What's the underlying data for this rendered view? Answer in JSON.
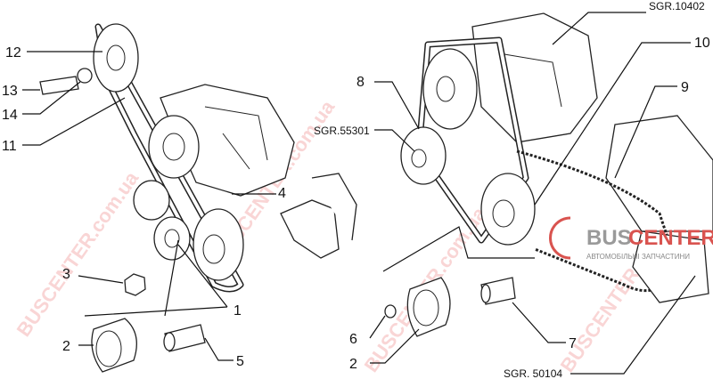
{
  "labels": {
    "l12": "12",
    "l13": "13",
    "l14": "14",
    "l11": "11",
    "l4": "4",
    "l3": "3",
    "l2a": "2",
    "l5": "5",
    "l1": "1",
    "l8": "8",
    "sgr55301": "SGR.55301",
    "sgr10402": "SGR.10402",
    "l10": "10",
    "l9": "9",
    "l6": "6",
    "l2b": "2",
    "l7": "7",
    "sgr50104": "SGR. 50104"
  },
  "logo": {
    "bus": "BUS",
    "center": "CENTER",
    "subtitle": "АВТОМОБІЛЬНІ ЗАПЧАСТИНИ"
  },
  "watermark": "BUSCENTER.com.ua",
  "colors": {
    "accent": "#d9534f",
    "line": "#111111"
  }
}
